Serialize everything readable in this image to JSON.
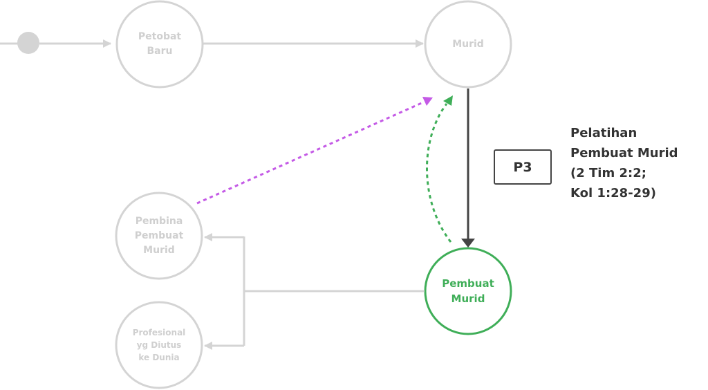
{
  "colors": {
    "inactive": "#d4d4d4",
    "inactive_text": "#cfcfcf",
    "active": "#3fae58",
    "dark": "#444444",
    "purple_dashed": "#c45ae6",
    "green_dashed": "#3fae58"
  },
  "nodes": {
    "petobat_baru": [
      "Petobat",
      "Baru"
    ],
    "murid": [
      "Murid"
    ],
    "pembina": [
      "Pembina",
      "Pembuat",
      "Murid"
    ],
    "pembuat_murid": [
      "Pembuat",
      "Murid"
    ],
    "profesional": [
      "Profesional",
      "yg Diutus",
      "ke Dunia"
    ]
  },
  "step_badge": "P3",
  "caption_lines": [
    "Pelatihan",
    "Pembuat Murid",
    "(2 Tim 2:2;",
    "Kol 1:28-29)"
  ]
}
